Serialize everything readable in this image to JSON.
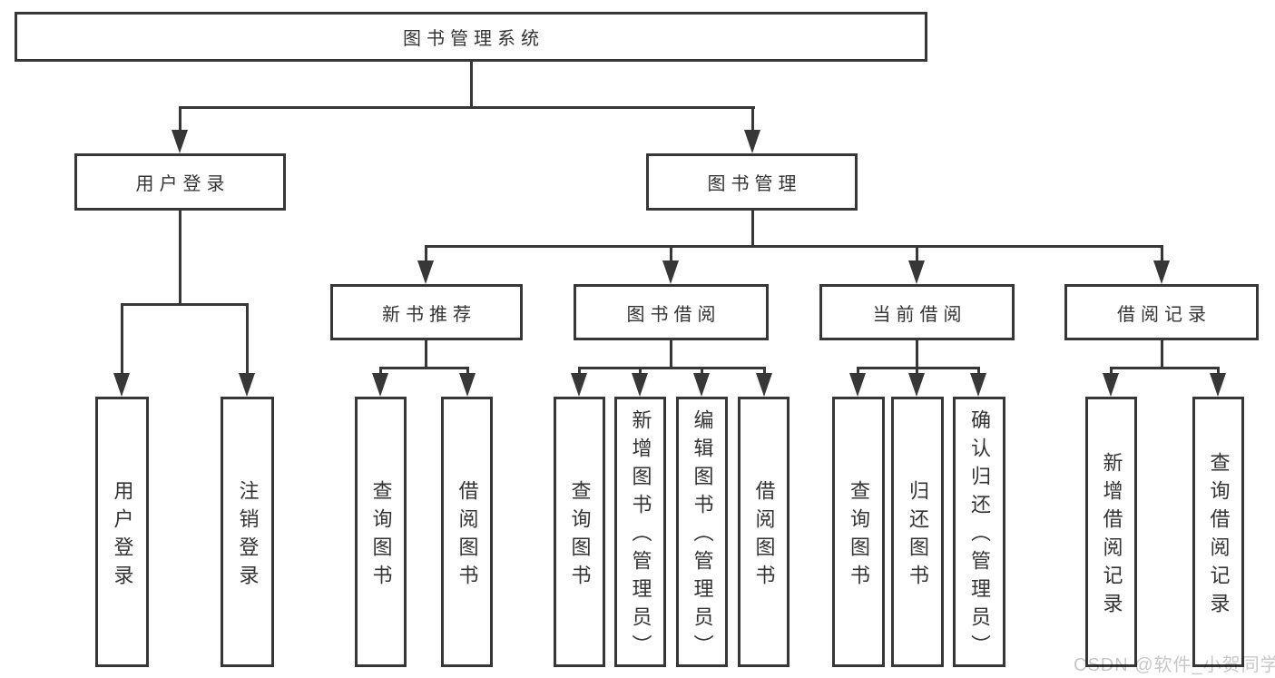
{
  "diagram": {
    "nodes": {
      "root": "图书管理系统",
      "user_login": "用户登录",
      "book_mgmt": "图书管理",
      "new_book_rec": "新书推荐",
      "book_borrow": "图书借阅",
      "current_borrow": "当前借阅",
      "borrow_record": "借阅记录",
      "leaf_user_login": "用户登录",
      "leaf_logout": "注销登录",
      "leaf_rec_query": "查询图书",
      "leaf_rec_borrow": "借阅图书",
      "leaf_bb_query": "查询图书",
      "leaf_bb_add": "新增图书（管理员）",
      "leaf_bb_edit": "编辑图书（管理员）",
      "leaf_bb_borrow": "借阅图书",
      "leaf_cb_query": "查询图书",
      "leaf_cb_return": "归还图书",
      "leaf_cb_confirm": "确认归还（管理员）",
      "leaf_br_add": "新增借阅记录",
      "leaf_br_query": "查询借阅记录"
    },
    "watermark": "CSDN @软件_小贺同学",
    "colors": {
      "line": "#373737",
      "text": "#333333",
      "box_fill": "#ffffff",
      "watermark": "#c8c8c8",
      "bg": "#ffffff"
    }
  }
}
